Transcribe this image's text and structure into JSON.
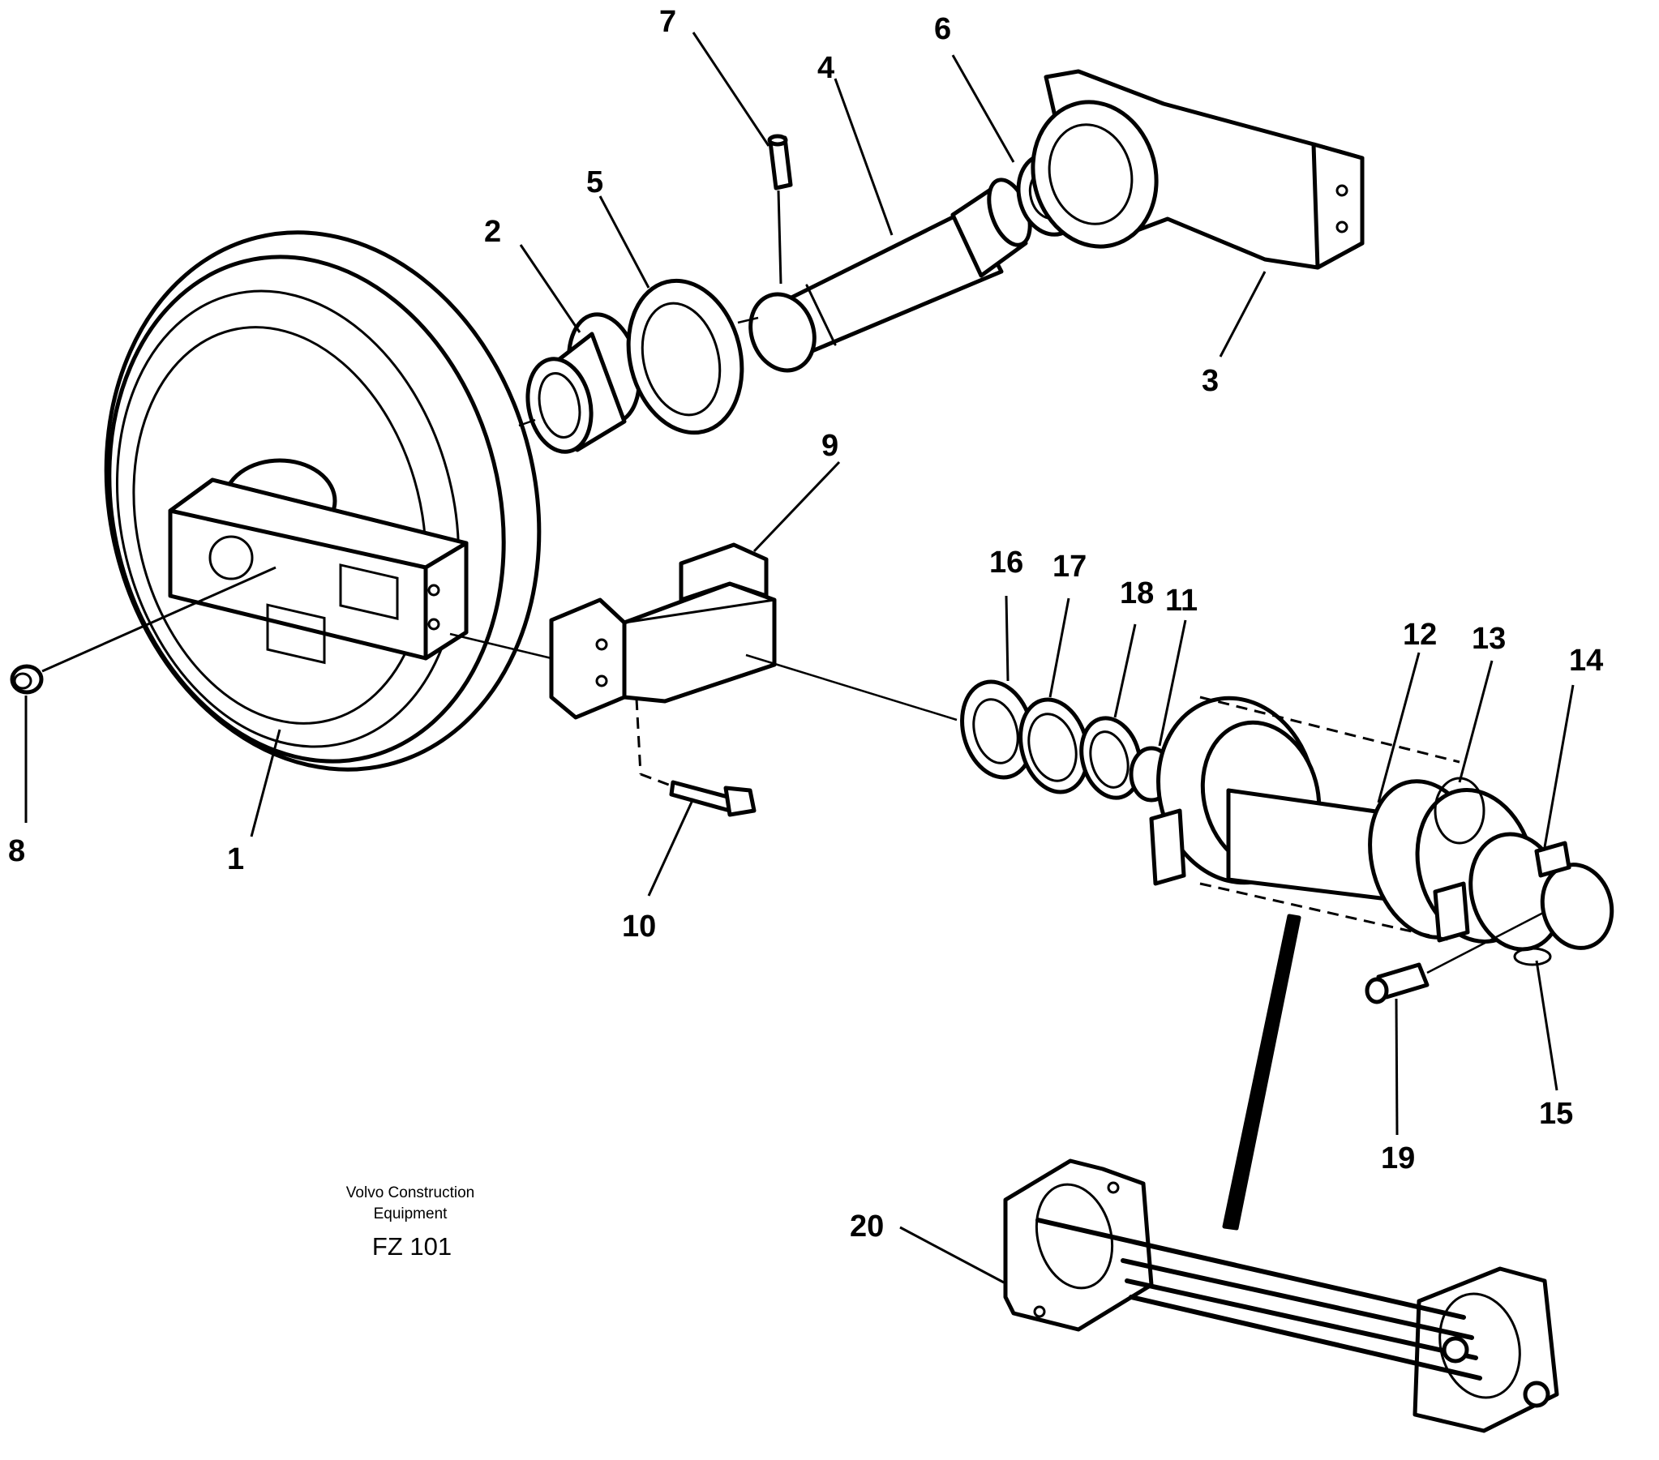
{
  "caption": {
    "maker_line1": "Volvo Construction",
    "maker_line2": "Equipment",
    "figure_code": "FZ 101"
  },
  "callouts": {
    "p1": "1",
    "p2": "2",
    "p3": "3",
    "p4": "4",
    "p5": "5",
    "p6": "6",
    "p7": "7",
    "p8": "8",
    "p9": "9",
    "p10": "10",
    "p11": "11",
    "p12": "12",
    "p13": "13",
    "p14": "14",
    "p15": "15",
    "p16": "16",
    "p17": "17",
    "p18": "18",
    "p19": "19",
    "p20": "20"
  }
}
